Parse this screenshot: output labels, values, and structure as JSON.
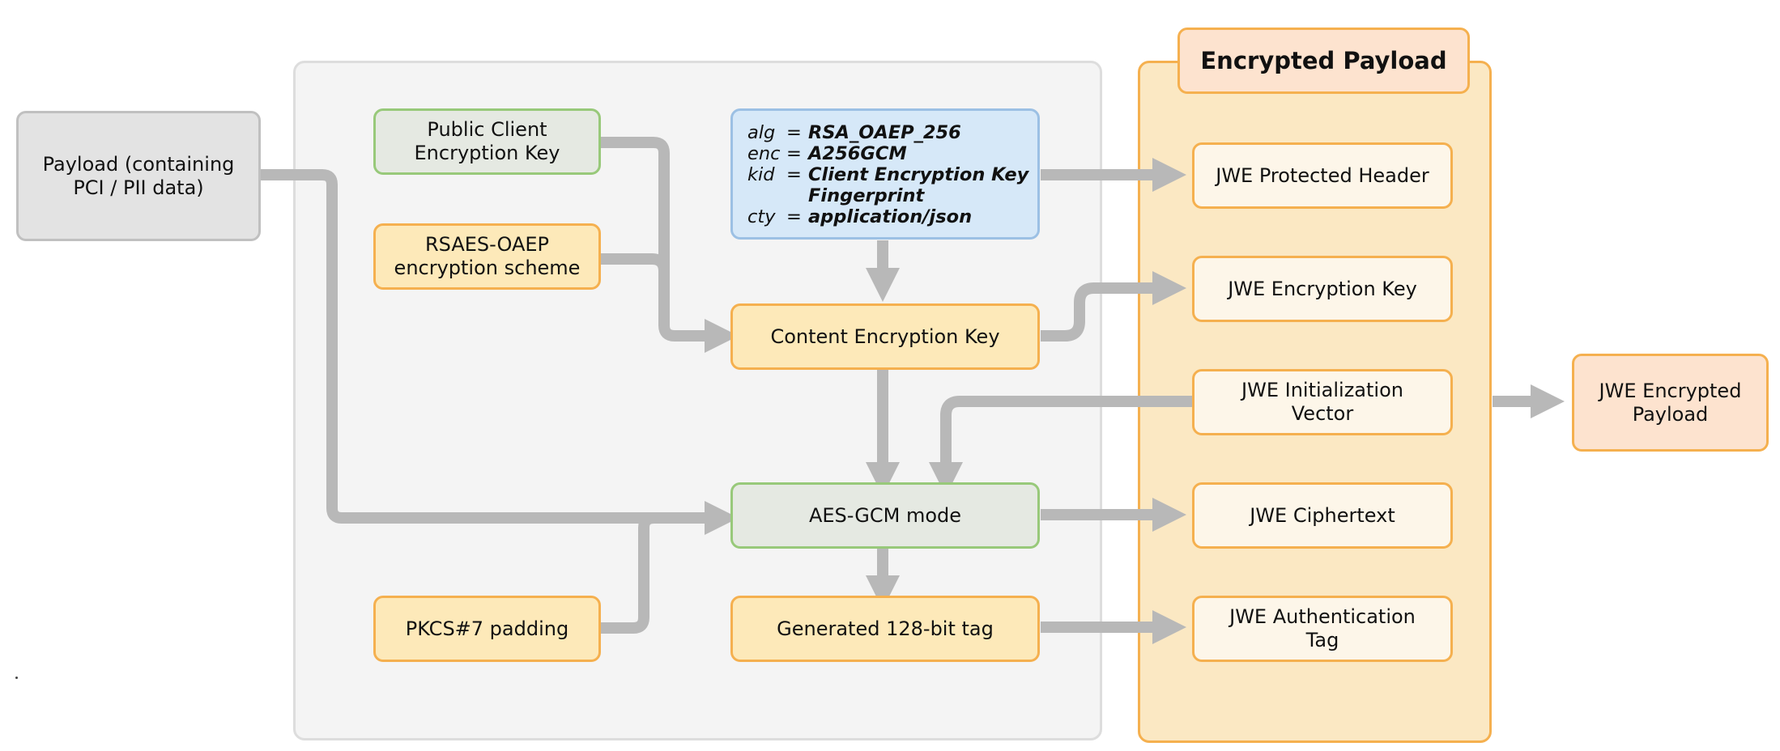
{
  "panels": {
    "encrypted_payload_title": "Encrypted Payload"
  },
  "inputs": {
    "payload": "Payload (containing\nPCI / PII data)",
    "public_key": "Public Client\nEncryption Key",
    "rsaes_oaep": "RSAES-OAEP\nencryption scheme",
    "pkcs7": "PKCS#7 padding"
  },
  "header": {
    "alg_key": "alg",
    "alg_value": "RSA_OAEP_256",
    "enc_key": "enc",
    "enc_value": "A256GCM",
    "kid_key": "kid",
    "kid_value": "Client Encryption Key",
    "kid_value_cont": "Fingerprint",
    "cty_key": "cty",
    "cty_value": "application/json",
    "equals": "="
  },
  "process": {
    "content_encryption_key": "Content Encryption Key",
    "aes_gcm_mode": "AES-GCM mode",
    "generated_tag": "Generated 128-bit tag"
  },
  "outputs": {
    "protected_header": "JWE Protected Header",
    "encryption_key": "JWE Encryption Key",
    "initialization_vector": "JWE Initialization\nVector",
    "ciphertext": "JWE Ciphertext",
    "authentication_tag": "JWE Authentication\nTag"
  },
  "final": {
    "jwe_encrypted_payload": "JWE Encrypted\nPayload"
  },
  "colors": {
    "arrow": "#b8b8b8",
    "orange_border": "#f5b04f",
    "green_border": "#98c97a",
    "blue_border": "#9cc0e4"
  }
}
